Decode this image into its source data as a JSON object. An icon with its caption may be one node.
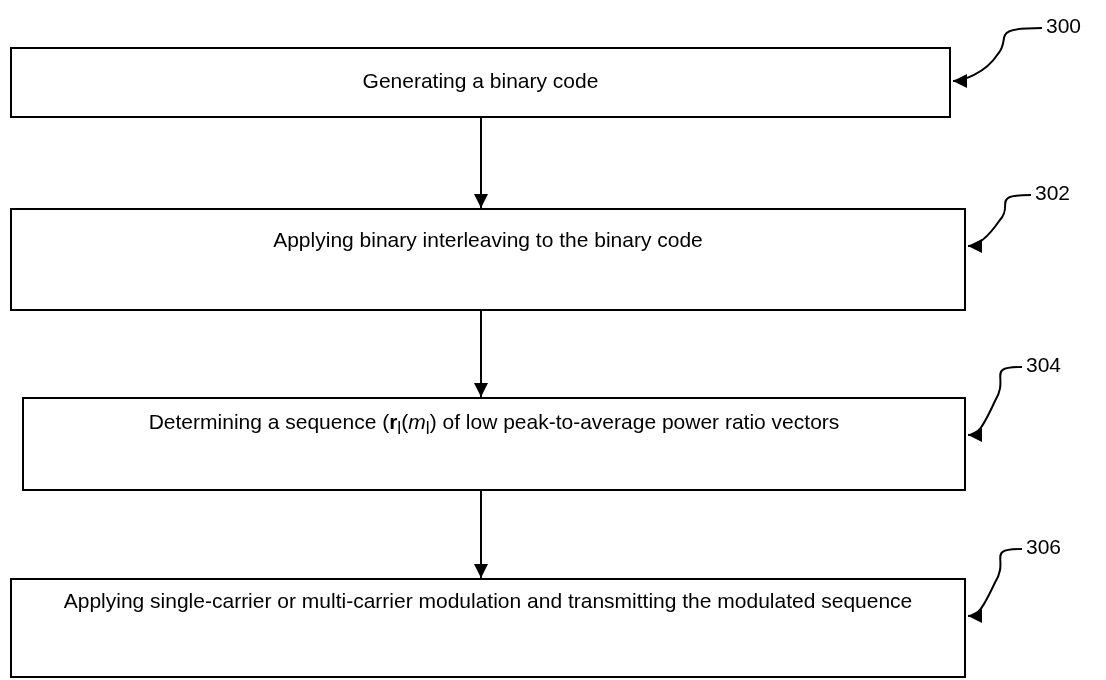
{
  "diagram": {
    "nodes": [
      {
        "text": [
          "Generating a binary code"
        ]
      },
      {
        "text": [
          "Applying binary interleaving to the binary code"
        ]
      },
      {
        "text": [
          "Determining a sequence (**r**$_{l}$(*m*$_{l}$) of low peak-to-average power ratio vectors"
        ]
      },
      {
        "text": [
          "Applying single-carrier or multi-carrier modulation and transmitting the modulated sequence"
        ]
      },
      {
        "text": [
          "300"
        ]
      },
      {
        "text": [
          "302"
        ]
      },
      {
        "text": [
          "304"
        ]
      },
      {
        "text": [
          "306"
        ]
      }
    ],
    "edges": [
      {
        "from": 0,
        "to": 1,
        "arrow": "to"
      },
      {
        "from": 1,
        "to": 2,
        "arrow": "to"
      },
      {
        "from": 2,
        "to": 3,
        "arrow": "to"
      },
      {
        "from": 4,
        "to": 0,
        "arrow": "to"
      },
      {
        "from": 5,
        "to": 1,
        "arrow": "to"
      },
      {
        "from": 6,
        "to": 2,
        "arrow": "to"
      },
      {
        "from": 7,
        "to": 3,
        "arrow": "to"
      }
    ]
  }
}
